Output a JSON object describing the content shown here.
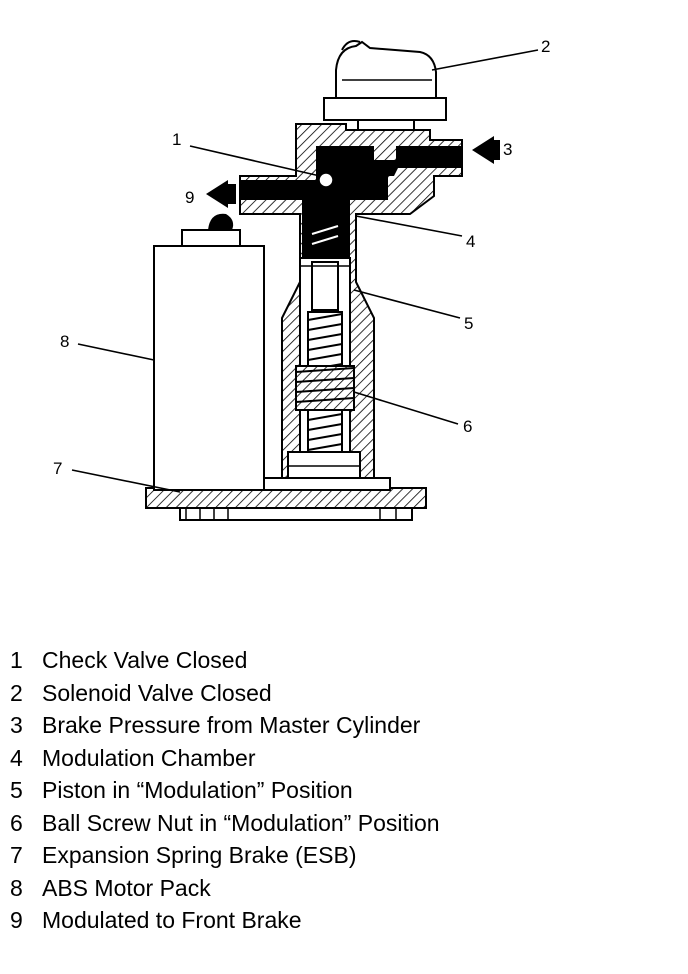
{
  "callouts": [
    "1",
    "2",
    "3",
    "4",
    "5",
    "6",
    "7",
    "8",
    "9"
  ],
  "legend": [
    {
      "num": "1",
      "text": "Check Valve Closed"
    },
    {
      "num": "2",
      "text": "Solenoid Valve Closed"
    },
    {
      "num": "3",
      "text": "Brake Pressure from Master Cylinder"
    },
    {
      "num": "4",
      "text": "Modulation Chamber"
    },
    {
      "num": "5",
      "text": "Piston in “Modulation” Position"
    },
    {
      "num": "6",
      "text": "Ball Screw Nut in “Modulation” Position"
    },
    {
      "num": "7",
      "text": "Expansion Spring Brake (ESB)"
    },
    {
      "num": "8",
      "text": "ABS Motor Pack"
    },
    {
      "num": "9",
      "text": "Modulated to Front Brake"
    }
  ]
}
